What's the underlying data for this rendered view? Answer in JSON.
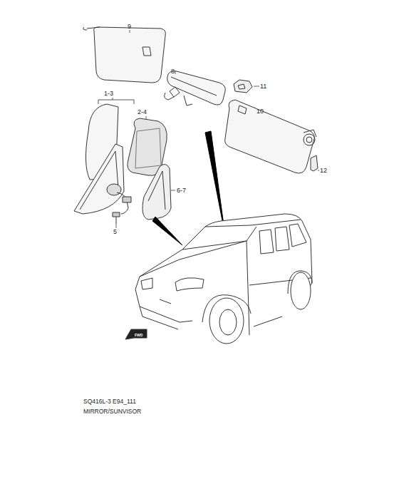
{
  "diagram": {
    "labels": [
      "9",
      "8",
      "11",
      "1-3",
      "2-4",
      "10",
      "12",
      "6-7",
      "5",
      "FWD",
      "SQ416L-3 E94_111",
      "MIRROR/SUNVISOR"
    ]
  }
}
